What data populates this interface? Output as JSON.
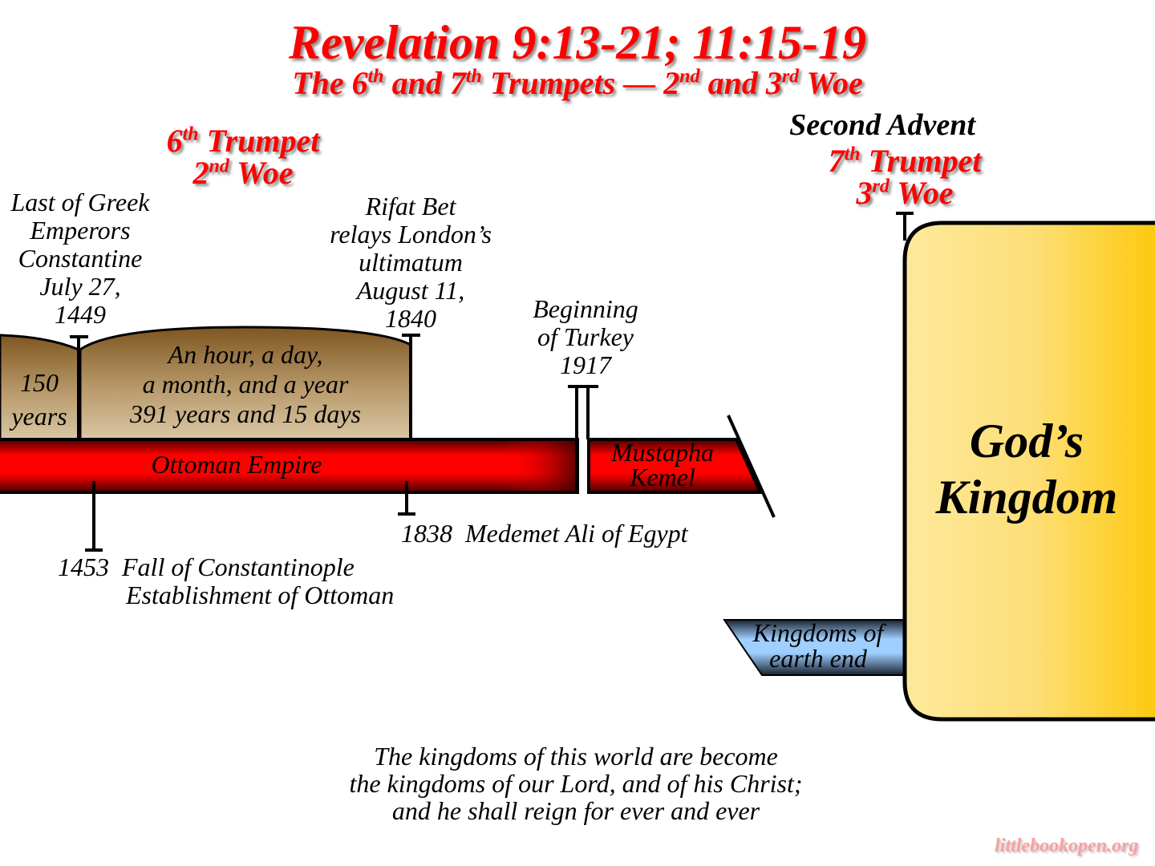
{
  "title": "Revelation 9:13-21; 11:15-19",
  "subtitle": {
    "p1": "The 6",
    "s1": "th",
    "p2": " and 7",
    "s2": "th",
    "p3": " Trumpets — 2",
    "s3": "nd",
    "p4": " and 3",
    "s4": "rd",
    "p5": " Woe"
  },
  "sixth_trumpet": {
    "n": "6",
    "n_sup": "th",
    "label": "Trumpet",
    "woe_n": "2",
    "woe_sup": "nd",
    "woe": "Woe"
  },
  "seventh_trumpet": {
    "n": "7",
    "n_sup": "th",
    "label": "Trumpet",
    "woe_n": "3",
    "woe_sup": "rd",
    "woe": "Woe"
  },
  "second_advent": "Second Advent",
  "events": {
    "greek": [
      "Last of Greek",
      "Emperors",
      "Constantine",
      "July 27,",
      "1449"
    ],
    "rifat": [
      "Rifat Bet",
      "relays London’s",
      "ultimatum",
      "August 11,",
      "1840"
    ],
    "turkey": [
      "Beginning",
      "of Turkey",
      "1917"
    ],
    "egypt": {
      "year": "1838",
      "text": "Medemet Ali of Egypt"
    },
    "constantinople": {
      "year": "1453",
      "line1": "Fall of Constantinople",
      "line2": "Establishment of Ottoman"
    }
  },
  "periods": {
    "first": [
      "150",
      "years"
    ],
    "second": [
      "An hour, a day,",
      "a month, and a year",
      "391 years and 15 days"
    ]
  },
  "bars": {
    "ottoman": "Ottoman Empire",
    "kemel": [
      "Mustapha",
      "Kemel"
    ],
    "kingdoms_end": [
      "Kingdoms of",
      "earth end"
    ]
  },
  "kingdom": [
    "God’s",
    "Kingdom"
  ],
  "quote": [
    "The kingdoms of this world are become",
    "the kingdoms of our Lord, and of his Christ;",
    "and he shall reign for ever and ever"
  ],
  "watermark": "littlebookopen.org",
  "colors": {
    "title_red": "#ff0000",
    "bar_red": "#ff0000",
    "brown": "#8a6428",
    "gold": "#fdc90c",
    "blue": "#9fcfff"
  }
}
